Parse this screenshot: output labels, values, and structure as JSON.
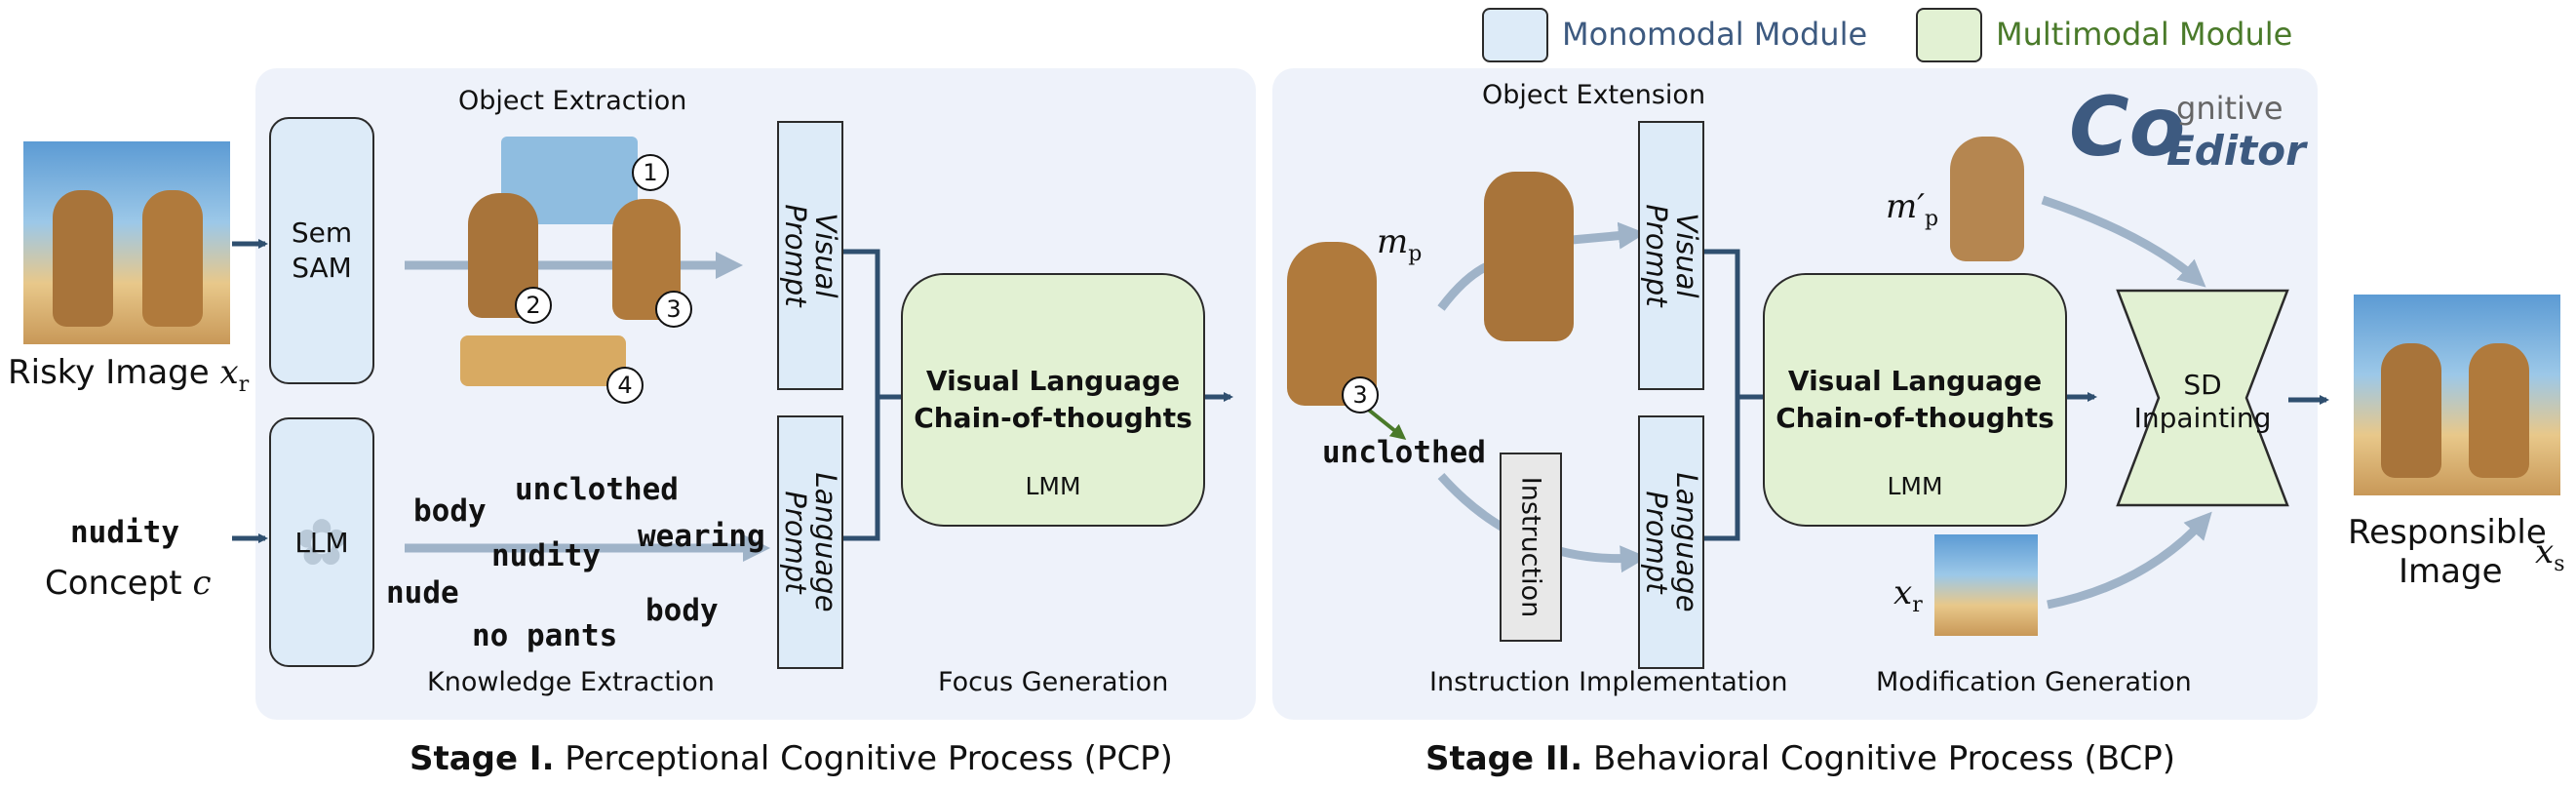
{
  "legend": {
    "mono_label": "Monomodal Module",
    "multi_label": "Multimodal Module",
    "mono_color": "#ddebf8",
    "multi_color": "#e2f1d3",
    "mono_text_color": "#3d5a80",
    "multi_text_color": "#4a7a2a"
  },
  "inputs": {
    "risky_image_label": "Risky Image",
    "risky_image_symbol": "x",
    "risky_image_sub": "r",
    "concept_word": "nudity",
    "concept_label": "Concept",
    "concept_symbol": "c"
  },
  "stage1": {
    "object_extraction": "Object Extraction",
    "knowledge_extraction": "Knowledge Extraction",
    "focus_generation": "Focus Generation",
    "semsam": "Sem\nSAM",
    "llm": "LLM",
    "visual_prompt": "Visual\nPrompt",
    "language_prompt": "Language\nPrompt",
    "vlcot_line1": "Visual Language",
    "vlcot_line2": "Chain-of-thoughts",
    "lmm": "LMM",
    "markers": [
      "1",
      "2",
      "3",
      "4"
    ],
    "keywords": [
      "body",
      "unclothed",
      "nudity",
      "wearing",
      "nude",
      "no pants",
      "body"
    ],
    "caption_bold": "Stage I.",
    "caption_rest": " Perceptional Cognitive Process (PCP)"
  },
  "stage2": {
    "object_extension": "Object Extension",
    "instruction_implementation": "Instruction Implementation",
    "modification_generation": "Modification Generation",
    "instruction": "Instruction",
    "visual_prompt": "Visual\nPrompt",
    "language_prompt": "Language\nPrompt",
    "vlcot_line1": "Visual Language",
    "vlcot_line2": "Chain-of-thoughts",
    "lmm": "LMM",
    "sd_inpainting": "SD\nInpainting",
    "unclothed": "unclothed",
    "marker": "3",
    "mp_symbol": "m",
    "mp_sub": "p",
    "mp_prime_symbol": "m′",
    "mp_prime_sub": "p",
    "xr_symbol": "x",
    "xr_sub": "r",
    "caption_bold": "Stage II.",
    "caption_rest": " Behavioral Cognitive Process (BCP)"
  },
  "output": {
    "label_line1": "Responsible",
    "label_line2": "Image",
    "symbol": "x",
    "sub": "s"
  },
  "brand": {
    "co": "Co",
    "gnitive": "gnitive",
    "editor": "Editor",
    "color": "#3d5a80"
  }
}
